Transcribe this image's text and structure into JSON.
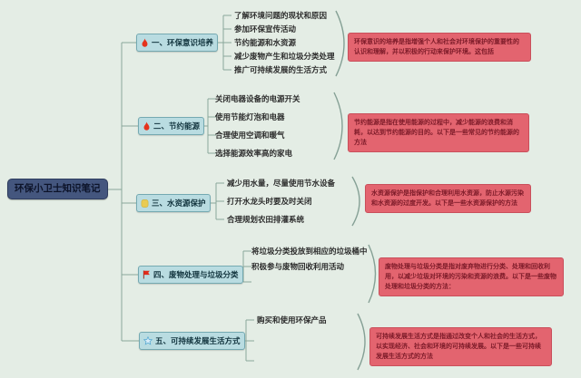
{
  "canvas": {
    "background": "#e4ede5"
  },
  "root": {
    "label": "环保小卫士知识笔记"
  },
  "colors": {
    "root_bg": "#44567e",
    "topic_bg": "#b9dce1",
    "topic_border": "#74a9b1",
    "note_bg": "#e3646f",
    "note_text": "#7c1a28",
    "wire": "#8aa79a",
    "flame_red": "#e5331d",
    "flag_red": "#e02a1a",
    "star_blue": "#55a8d2",
    "marker_yellow": "#e9cb52"
  },
  "branches": [
    {
      "label": "一、环保意识培养",
      "icon": "flame-icon",
      "children": [
        "了解环境问题的现状和原因",
        "参加环保宣传活动",
        "节约能源和水资源",
        "减少废物产生和垃圾分类处理",
        "推广可持续发展的生活方式"
      ],
      "note": "环保意识的培养是指增强个人和社会对环境保护的重要性的认识和理解，并以积极的行动来保护环境。这包括"
    },
    {
      "label": "二、节约能源",
      "icon": "flame-icon",
      "children": [
        "关闭电器设备的电源开关",
        "使用节能灯泡和电器",
        "合理使用空调和暖气",
        "选择能源效率高的家电"
      ],
      "note": "节约能源是指在使用能源的过程中，减少能源的浪费和消耗，以达到节约能源的目的。以下是一些常见的节约能源的方法"
    },
    {
      "label": "三、水资源保护",
      "icon": "yellow-marker-icon",
      "children": [
        "减少用水量，尽量使用节水设备",
        "打开水龙头时要及时关闭",
        "合理规划农田排灌系统"
      ],
      "note": "水资源保护是指保护和合理利用水资源，防止水源污染和水资源的过度开发。以下是一些水资源保护的方法"
    },
    {
      "label": "四、废物处理与垃圾分类",
      "icon": "flag-icon",
      "children": [
        "将垃圾分类投放到相应的垃圾桶中",
        "积极参与废物回收利用活动"
      ],
      "note": "废物处理与垃圾分类是指对废弃物进行分类、处理和回收利用，以减少垃圾对环境的污染和资源的浪费。以下是一些废物处理和垃圾分类的方法："
    },
    {
      "label": "五、可持续发展生活方式",
      "icon": "star-icon",
      "children": [
        "购买和使用环保产品"
      ],
      "note": "可持续发展生活方式是指通过改变个人和社会的生活方式，以实现经济、社会和环境的可持续发展。以下是一些可持续发展生活方式的方法"
    }
  ]
}
